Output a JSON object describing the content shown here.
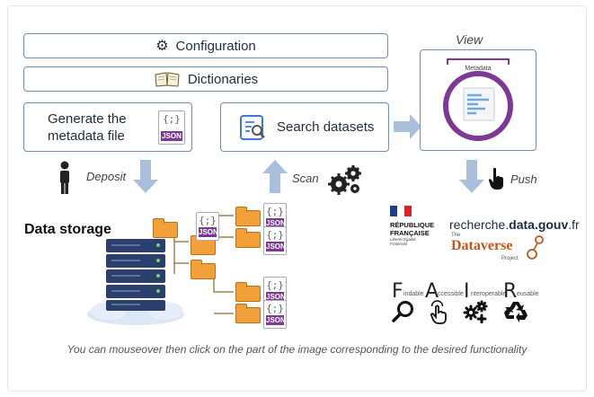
{
  "config_label": "Configuration",
  "dictionaries_label": "Dictionaries",
  "generate_label_line1": "Generate the",
  "generate_label_line2": "metadata file",
  "search_label": "Search datasets",
  "view_label": "View",
  "metadata_panel_label": "Metadata",
  "deposit_label": "Deposit",
  "scan_label": "Scan",
  "push_label": "Push",
  "storage_label": "Data storage",
  "json_tag": "JSON",
  "json_brace": "{;}",
  "republique_line1": "RÉPUBLIQUE",
  "republique_line2": "FRANÇAISE",
  "republique_motto": "Liberté Égalité Fraternité",
  "recherche_prefix": "recherche.",
  "recherche_bold": "data.gouv",
  "recherche_suffix": ".fr",
  "dataverse_the": "The",
  "dataverse_name": "Dataverse",
  "dataverse_project": "Project",
  "fair": {
    "f_letter": "F",
    "f_sub": "indable",
    "a_letter": "A",
    "a_sub": "ccessible",
    "i_letter": "I",
    "i_sub": "nteroperable",
    "r_letter": "R",
    "r_sub": "eusable"
  },
  "caption": "You can mouseover then click on the part of the image corresponding to the desired functionality",
  "colors": {
    "box_border": "#6f8fb6",
    "arrow": "#a9bfdc",
    "purple": "#7d3a95",
    "folder": "#f2a13a",
    "server": "#2a3f6b"
  }
}
